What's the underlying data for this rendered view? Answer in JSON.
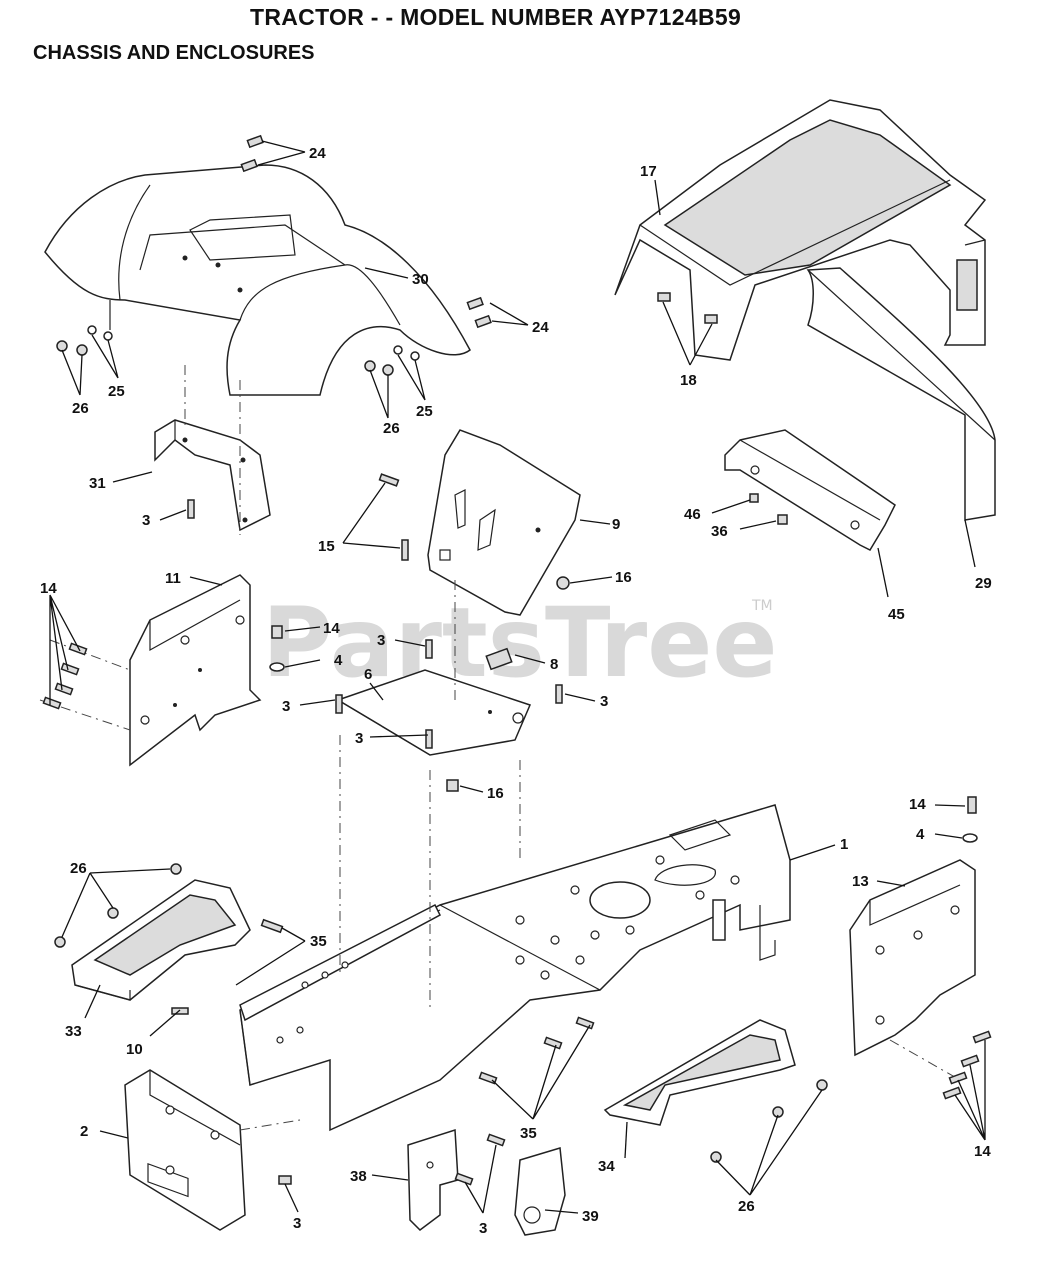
{
  "header": {
    "title": "TRACTOR - - MODEL NUMBER AYP7124B59",
    "subtitle": "CHASSIS AND ENCLOSURES"
  },
  "watermark": {
    "text": "PartsTree",
    "tm": "TM"
  },
  "callouts": {
    "c1": "1",
    "c2": "2",
    "c3a": "3",
    "c3b": "3",
    "c3c": "3",
    "c3d": "3",
    "c3e": "3",
    "c3f": "3",
    "c3g": "3",
    "c4a": "4",
    "c4b": "4",
    "c6": "6",
    "c8": "8",
    "c9": "9",
    "c10": "10",
    "c11": "11",
    "c13": "13",
    "c14a": "14",
    "c14b": "14",
    "c14c": "14",
    "c14d": "14",
    "c15": "15",
    "c16a": "16",
    "c16b": "16",
    "c17": "17",
    "c18": "18",
    "c24a": "24",
    "c24b": "24",
    "c25a": "25",
    "c25b": "25",
    "c26a": "26",
    "c26b": "26",
    "c26c": "26",
    "c26d": "26",
    "c29": "29",
    "c30": "30",
    "c31": "31",
    "c33": "33",
    "c34": "34",
    "c35a": "35",
    "c35b": "35",
    "c36": "36",
    "c38": "38",
    "c39": "39",
    "c45": "45",
    "c46": "46"
  }
}
